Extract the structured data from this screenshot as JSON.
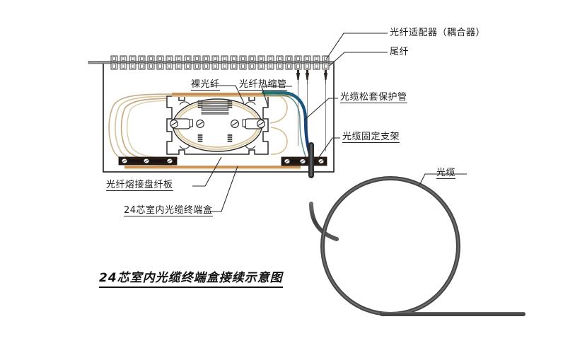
{
  "diagram": {
    "title": "24芯室内光缆终端盒接续示意图",
    "labels": {
      "adapter": "光纤适配器（耦合器）",
      "pigtail": "尾纤",
      "bare_fiber": "裸光纤",
      "heat_shrink": "光纤热缩管",
      "loose_tube": "光缆松套保护管",
      "cable_bracket": "光缆固定支架",
      "splice_tray": "光纤熔接盘纤板",
      "terminal_box": "24芯室内光缆终端盒",
      "optical_cable": "光缆"
    },
    "colors": {
      "outline": "#1a1a1a",
      "fiber_tan": "#c98f52",
      "fiber_cream": "#e8dcc0",
      "tube_teal": "#1f7a73",
      "tube_navy": "#15306e",
      "bracket_dark": "#231a14",
      "cable_gray": "#4a4a4a",
      "tray_outline": "#2a2a2a",
      "sleeve_gray": "#8a8a8a"
    },
    "counts": {
      "adapters": 24,
      "pigtail_connectors": 3,
      "fiber_loops": 4,
      "bracket_screws": 3
    }
  }
}
